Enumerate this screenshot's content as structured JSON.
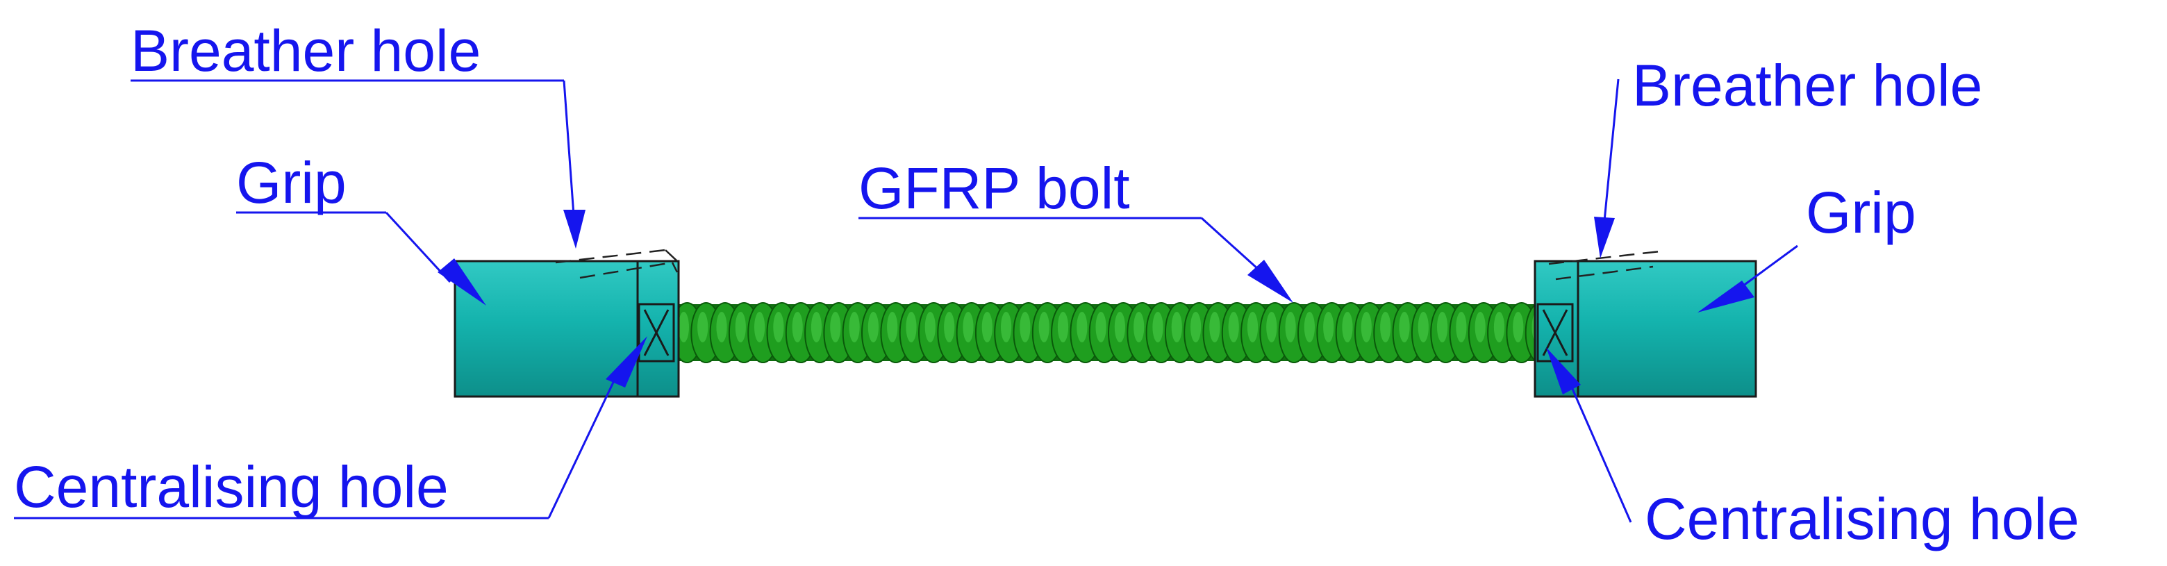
{
  "labels": {
    "breather_left": "Breather hole",
    "breather_right": "Breather hole",
    "grip_left": "Grip",
    "grip_right": "Grip",
    "bolt": "GFRP bolt",
    "centralising_left": "Centralising hole",
    "centralising_right": "Centralising hole"
  },
  "colors": {
    "label": "#1515ee",
    "grip_fill": "#13b6b0",
    "bolt_fill": "#1f9e1f",
    "bolt_dark": "#0a5a0a",
    "outline": "#1a1a1a"
  },
  "bolt": {
    "thread_turns": 46
  }
}
